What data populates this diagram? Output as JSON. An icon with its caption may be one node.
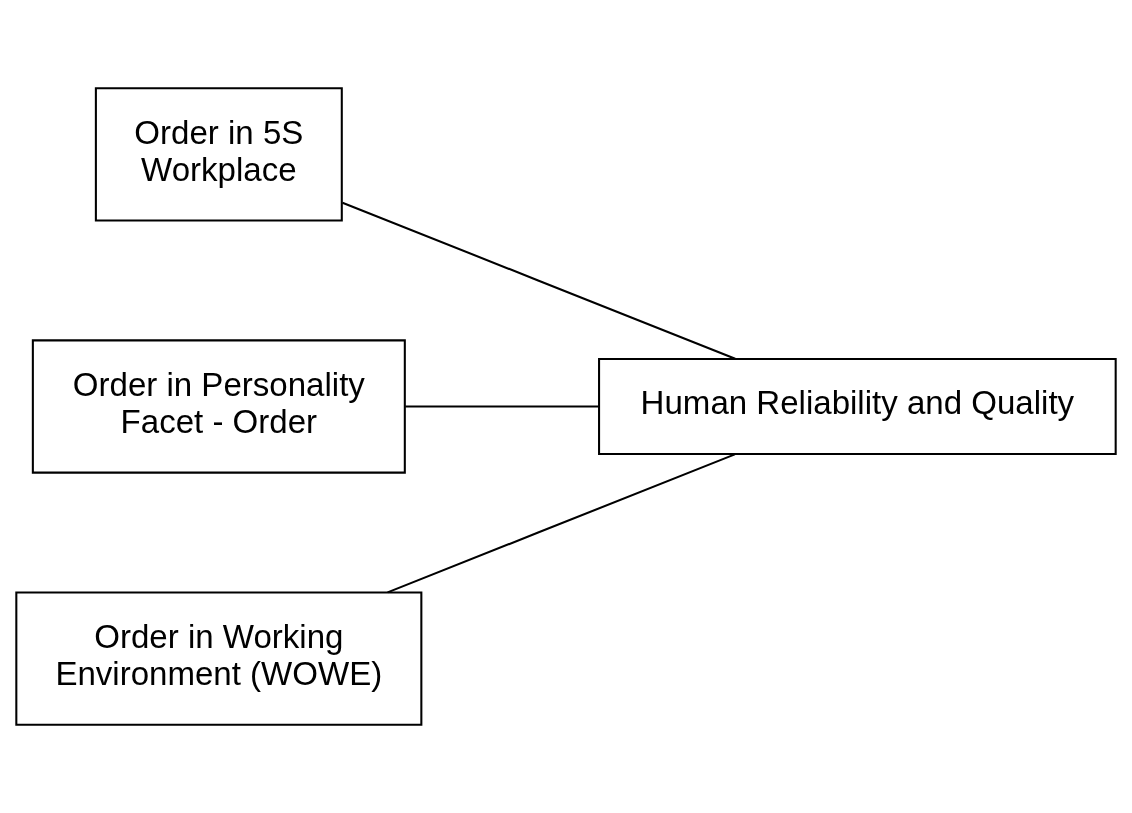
{
  "diagram": {
    "nodes": [
      {
        "text": [
          "Order in 5S Workplace"
        ]
      },
      {
        "text": [
          "Order in Personality Facet - Order"
        ]
      },
      {
        "text": [
          "Order in Working Environment (WOWE)"
        ]
      },
      {
        "text": [
          "Human Reliability and Quality"
        ]
      }
    ],
    "edges": [
      {
        "from": 0,
        "to": 3,
        "arrow": "none"
      },
      {
        "from": 1,
        "to": 3,
        "arrow": "none"
      },
      {
        "from": 2,
        "to": 3,
        "arrow": "none"
      }
    ]
  }
}
